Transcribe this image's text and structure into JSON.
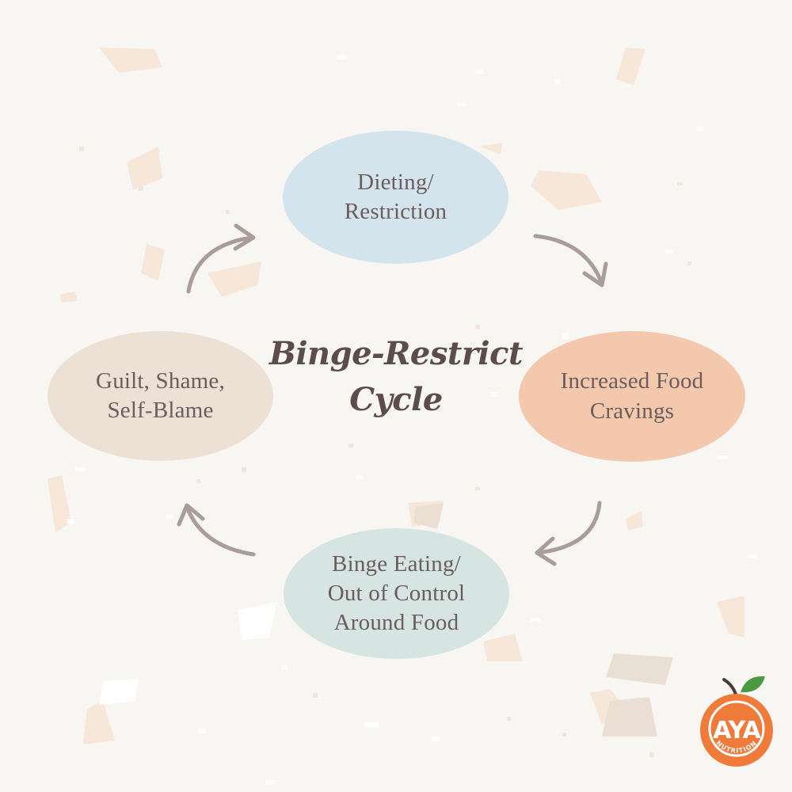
{
  "diagram": {
    "title_line1": "Binge-Restrict",
    "title_line2": "Cycle",
    "nodes": [
      {
        "id": "top",
        "label": "Dieting/\nRestriction",
        "color": "#d4e4ed"
      },
      {
        "id": "right",
        "label": "Increased Food\nCravings",
        "color": "#f3c8ad"
      },
      {
        "id": "bottom",
        "label": "Binge Eating/\nOut of Control\nAround Food",
        "color": "#d6e4e2"
      },
      {
        "id": "left",
        "label": "Guilt, Shame,\nSelf-Blame",
        "color": "#ede1d6"
      }
    ],
    "arrow_color": "#a89d9b"
  },
  "logo": {
    "icon": "orange-fruit-logo",
    "text": "AYA",
    "subtext": "NUTRITION",
    "orange_color": "#ef7a3a",
    "leaf_color": "#4a9a3f"
  }
}
